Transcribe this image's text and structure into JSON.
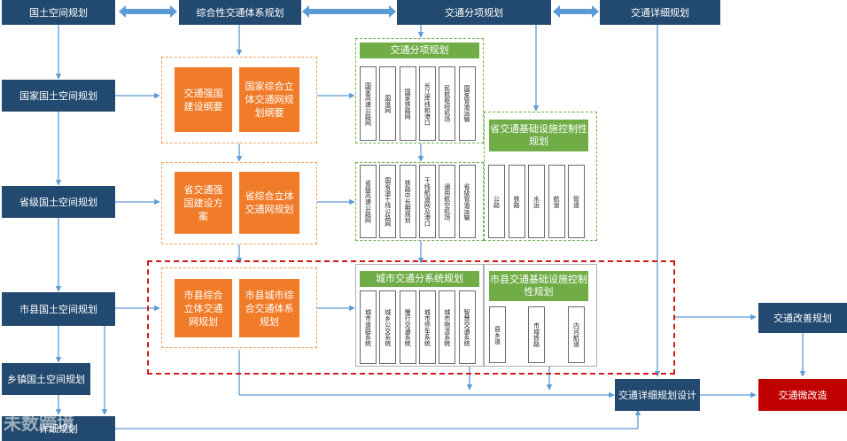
{
  "top": {
    "land": "国土空间规划",
    "comprehensive": "综合性交通体系规划",
    "special": "交通分项规划",
    "detailed": "交通详细规划"
  },
  "left": {
    "national": "国家国土空间规划",
    "provincial": "省级国土空间规划",
    "city": "市县国土空间规划",
    "town": "乡镇国土空间规划",
    "detail": "详细规划"
  },
  "orange": {
    "n1": "交通强国建设纲要",
    "n2": "国家综合立体交通网规划纲要",
    "p1": "省交通强国建设方案",
    "p2": "省综合立体交通网规划",
    "c1": "市县综合立体交通网规划",
    "c2": "市县城市综合交通体系规划"
  },
  "green": {
    "special": "交通分项规划",
    "prov_infra": "省交通基础设施控制性规划",
    "urban": "城市交通分系统规划",
    "city_infra": "市县交通基础设施控制性规划"
  },
  "columns": {
    "national": [
      "国家高速公路网",
      "国道网",
      "国家铁路网",
      "长江岸线和港口",
      "民航枢纽机场",
      "国家管道运输"
    ],
    "provincial": [
      "省级高速公路网",
      "国省道干线公路网",
      "铁路中长期规划",
      "干线航道网及港口",
      "通用航空机场",
      "省级管道运输"
    ],
    "prov_infra": [
      "公路",
      "铁路",
      "水运",
      "航道",
      "管道"
    ],
    "urban": [
      "城市道路系统",
      "城乡公交系统",
      "慢行交通系统",
      "城市停车系统",
      "城市物流系统",
      "智慧交通系统"
    ],
    "city_infra": [
      "县乡道",
      "市域铁路",
      "内河航道"
    ]
  },
  "right": {
    "improve": "交通改善规划",
    "design": "交通详细规划设计",
    "micro": "交通微改造"
  },
  "watermark": "未数跨境",
  "colors": {
    "navy": "#22496f",
    "orange": "#f07b28",
    "green": "#70ad47",
    "red": "#c00000",
    "arrow": "#5b9bd5"
  }
}
